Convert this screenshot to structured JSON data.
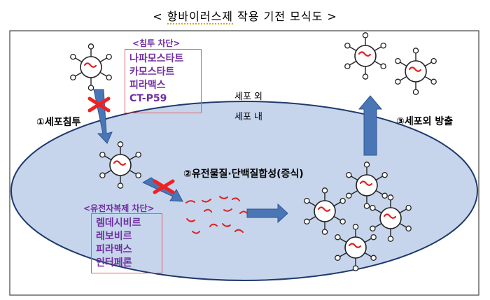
{
  "title": {
    "prefix": "< ",
    "main": "항바이러스제",
    "suffix": " 작용 기전 모식도 >"
  },
  "labels": {
    "outside": "세포 외",
    "inside": "세포 내"
  },
  "steps": {
    "entry": "①세포침투",
    "replication": "②유전물질·단백질합성(증식)",
    "release": "③세포외 방출"
  },
  "entry_block": {
    "heading": "<침투 차단>",
    "drugs": [
      "나파모스타트",
      "카모스타트",
      "피라맥스",
      "CT-P59"
    ]
  },
  "replication_block": {
    "heading": "<유전자복제 차단>",
    "drugs": [
      "렘데시비르",
      "레보비르",
      "피라맥스",
      "인터페론"
    ]
  },
  "colors": {
    "cell_fill": "#c6d5eb",
    "cell_stroke": "#1f3a6e",
    "arrow": "#4a76b6",
    "cross": "#ee2222",
    "rna": "#e02020",
    "drug_text": "#7030a0",
    "box_border": "#e06060"
  }
}
